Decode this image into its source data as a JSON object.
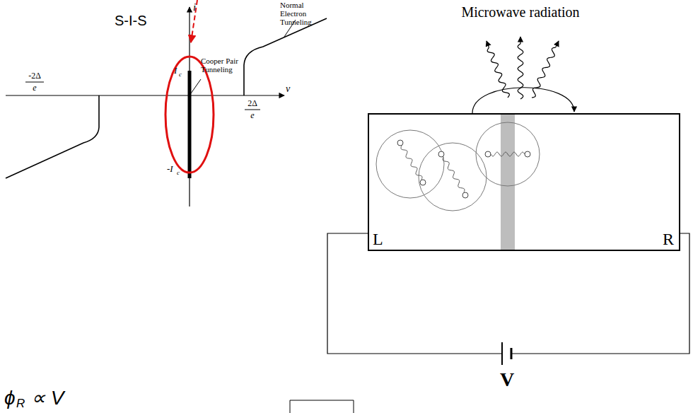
{
  "diagram": {
    "nodes": [
      {
        "text": [
          "L",
          "R"
        ]
      }
    ],
    "labels": [
      "S-I-S",
      "i",
      "Normal Electron Tunneling",
      "Cooper Pair Tunneling",
      "I",
      "c",
      "-I",
      "c",
      "-2Δ",
      "e",
      "2Δ",
      "e",
      "v",
      "Microwave radiation",
      "V",
      "ϕ",
      "R",
      "∝ V"
    ]
  }
}
